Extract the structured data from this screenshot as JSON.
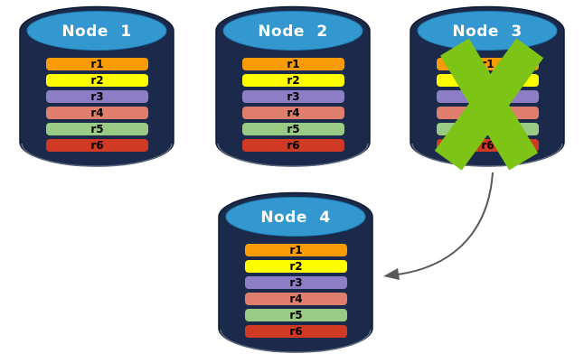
{
  "diagram": {
    "type": "database-replication-failover",
    "background": "#ffffff",
    "nodes": [
      {
        "label": "Node 1",
        "failed": false,
        "rows": [
          {
            "label": "r1",
            "color": "#F99B06"
          },
          {
            "label": "r2",
            "color": "#FDFD00"
          },
          {
            "label": "r3",
            "color": "#8C7DC4"
          },
          {
            "label": "r4",
            "color": "#DF7E6C"
          },
          {
            "label": "r5",
            "color": "#9ACB84"
          },
          {
            "label": "r6",
            "color": "#D03A25"
          }
        ]
      },
      {
        "label": "Node 2",
        "failed": false,
        "rows": [
          {
            "label": "r1",
            "color": "#F99B06"
          },
          {
            "label": "r2",
            "color": "#FDFD00"
          },
          {
            "label": "r3",
            "color": "#8C7DC4"
          },
          {
            "label": "r4",
            "color": "#DF7E6C"
          },
          {
            "label": "r5",
            "color": "#9ACB84"
          },
          {
            "label": "r6",
            "color": "#D03A25"
          }
        ]
      },
      {
        "label": "Node 3",
        "failed": true,
        "rows": [
          {
            "label": "r1",
            "color": "#F99B06"
          },
          {
            "label": "r2",
            "color": "#FDFD00"
          },
          {
            "label": "r3",
            "color": "#8C7DC4"
          },
          {
            "label": "r4",
            "color": "#DF7E6C"
          },
          {
            "label": "r5",
            "color": "#9ACB84"
          },
          {
            "label": "r6",
            "color": "#D03A25"
          }
        ]
      },
      {
        "label": "Node 4",
        "failed": false,
        "rows": [
          {
            "label": "r1",
            "color": "#F99B06"
          },
          {
            "label": "r2",
            "color": "#FDFD00"
          },
          {
            "label": "r3",
            "color": "#8C7DC4"
          },
          {
            "label": "r4",
            "color": "#DF7E6C"
          },
          {
            "label": "r5",
            "color": "#9ACB84"
          },
          {
            "label": "r6",
            "color": "#D03A25"
          }
        ]
      }
    ],
    "colors": {
      "cylinder_body": "#1B2A4A",
      "cylinder_outline": "#0D1B33",
      "cylinder_top": "#3498D0",
      "cylinder_top_outline": "#1F7FB5",
      "title_text": "#FFFFFF",
      "row_text": "#000000"
    },
    "failure_marker": {
      "icon": "x-mark-icon",
      "color": "#7EC417",
      "on_node": "Node 3"
    },
    "arrow": {
      "from": "Node 3",
      "to": "Node 4",
      "color": "#595959"
    }
  }
}
